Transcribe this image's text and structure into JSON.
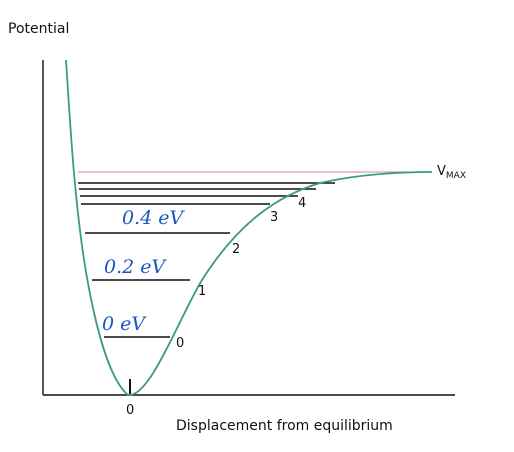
{
  "title": "Potential",
  "x_axis_label": "Displacement from equilibrium",
  "origin_label": "0",
  "vmax": {
    "main": "V",
    "subscript": "MAX"
  },
  "levels": [
    {
      "number": "0",
      "energy": "0 eV"
    },
    {
      "number": "1",
      "energy": "0.2 eV"
    },
    {
      "number": "2",
      "energy": "0.4 eV"
    },
    {
      "number": "3"
    },
    {
      "number": "4"
    }
  ],
  "colors": {
    "curve": "#3a9a8a",
    "energy_text": "#1a57c4",
    "axes": "#111111",
    "dissociation_line": "#d08a8a",
    "level_lines": "#111111"
  }
}
